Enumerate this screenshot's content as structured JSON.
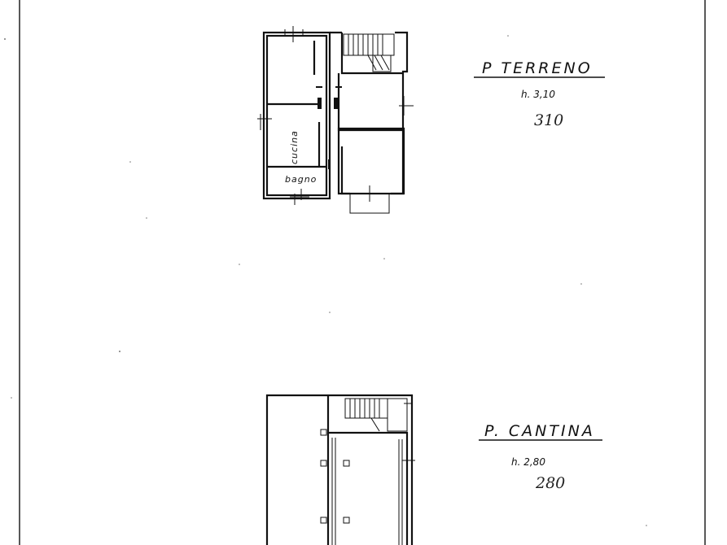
{
  "floors": [
    {
      "name": "P  TERRENO",
      "height_label": "h. 3,10",
      "handwritten": "310",
      "rooms": [
        "cucina",
        "bagno"
      ]
    },
    {
      "name": "P.  CANTINA",
      "height_label": "h. 2,80",
      "handwritten": "280",
      "rooms": []
    }
  ]
}
